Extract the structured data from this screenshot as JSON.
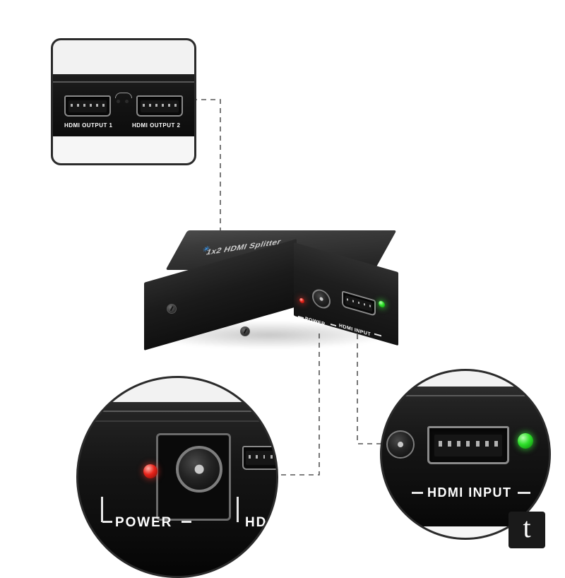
{
  "scene": {
    "title": "HDMI Splitter 1x2 product photo with three zoomed detail callouts",
    "background_color": "#ffffff"
  },
  "product": {
    "logo_text": "1x2 HDMI Splitter",
    "logo_mark": "icon-splitter"
  },
  "callouts": [
    {
      "id": "output-ports",
      "shape": "rounded-rect",
      "position": "top-left",
      "labels": [
        "HDMI OUTPUT 1",
        "HDMI OUTPUT 2"
      ],
      "ports": [
        "HDMI OUTPUT 1",
        "HDMI OUTPUT 2"
      ]
    },
    {
      "id": "power-detail",
      "shape": "circle",
      "position": "bottom-left",
      "labels": [
        "POWER",
        "HD"
      ],
      "indicator_color": "#e8231a"
    },
    {
      "id": "hdmi-input-detail",
      "shape": "circle",
      "position": "bottom-right",
      "labels": [
        "HDMI INPUT"
      ],
      "indicator_color": "#2ee02a"
    }
  ],
  "device_panel": {
    "power_label": "POWER",
    "input_label": "HDMI INPUT",
    "power_led_color": "#e8231a",
    "input_led_color": "#2ee02a"
  },
  "watermark": {
    "text": "t",
    "background": "#1a1a1a",
    "color": "#ffffff"
  }
}
